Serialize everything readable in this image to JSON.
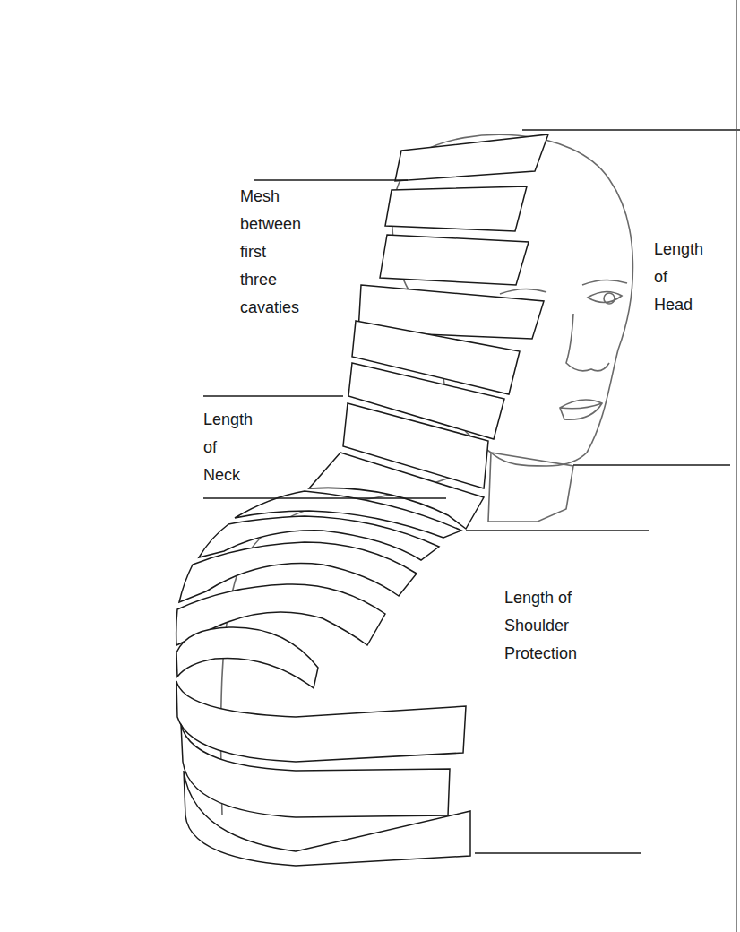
{
  "diagram": {
    "labels": [
      "Mesh between first three cavaties",
      "Length of Head",
      "Length of Neck",
      "Length of Shoulder Protection"
    ]
  }
}
